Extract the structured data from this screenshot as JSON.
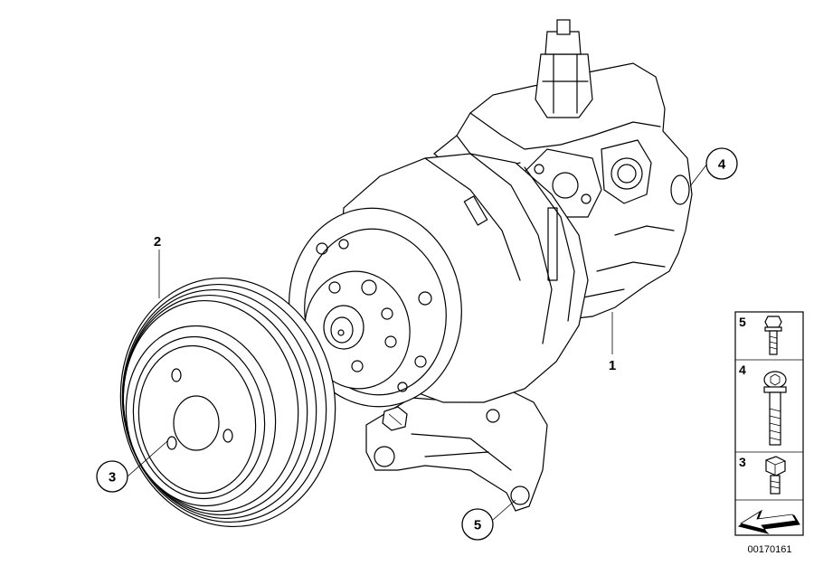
{
  "callouts": {
    "c1": "1",
    "c2": "2",
    "c3": "3",
    "c4": "4",
    "c5": "5"
  },
  "legend": {
    "items": [
      {
        "num": "5",
        "part": "collar-bolt-small-icon"
      },
      {
        "num": "4",
        "part": "collar-bolt-long-icon"
      },
      {
        "num": "3",
        "part": "hex-bolt-icon"
      }
    ],
    "arrow_icon": "direction-arrow-icon"
  },
  "diagram_id": "00170161"
}
